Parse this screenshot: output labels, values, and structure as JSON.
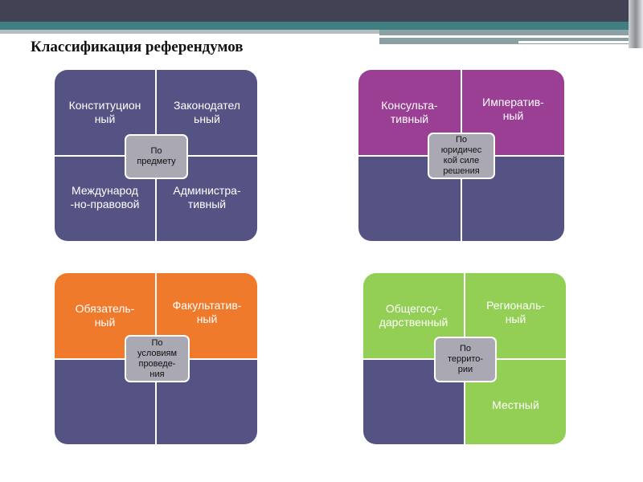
{
  "title": "Классификация референдумов",
  "diagrams": [
    {
      "center": "По\nпредмету",
      "quadrants": [
        "Конституцион\nный",
        "Законодател\nьный",
        "Международ\n-но-правовой",
        "Администра-\nтивный"
      ]
    },
    {
      "center": "По\nюридичес\nкой силе\nрешения",
      "quadrants": [
        "Консульта-\nтивный",
        "Императив-\nный",
        "",
        ""
      ]
    },
    {
      "center": "По\nусловиям\nпроведе-\nния",
      "quadrants": [
        "Обязатель-\nный",
        "Факультатив-\nный",
        "",
        ""
      ]
    },
    {
      "center": "По\nтеррито-\nрии",
      "quadrants": [
        "Общегосу-\nдарственный",
        "Региональ-\nный",
        "",
        "Местный"
      ]
    }
  ],
  "colors": {
    "navy": "#545383",
    "purple": "#9b3f95",
    "orange": "#ef7a2b",
    "green": "#93cf55"
  }
}
